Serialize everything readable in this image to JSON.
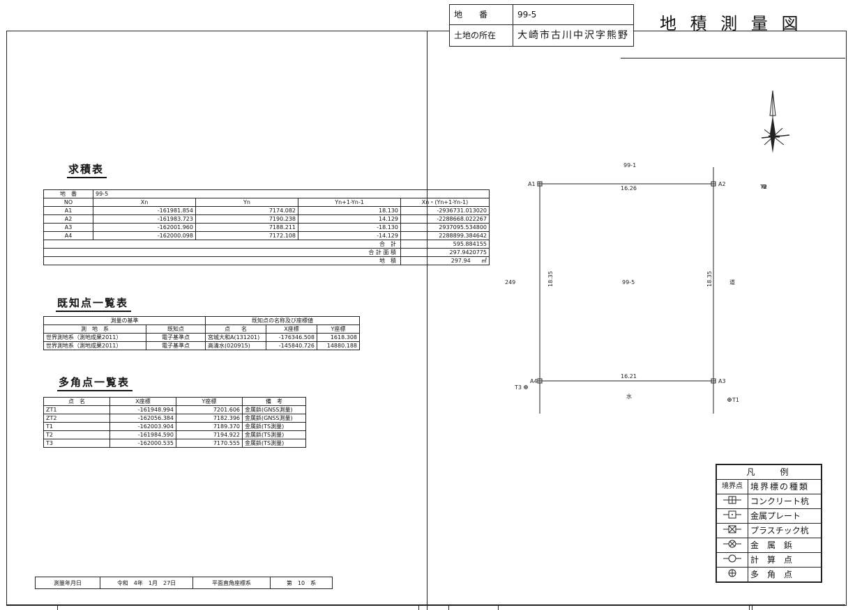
{
  "header": {
    "lot_label": "地　　番",
    "lot_value": "99-5",
    "location_label": "土地の所在",
    "location_value": "大崎市古川中沢字熊野",
    "title": "地 積 測 量 図"
  },
  "area_table": {
    "title": "求積表",
    "lot_label": "地　番",
    "lot_value": "99-5",
    "columns": [
      "NO",
      "Xn",
      "Yn",
      "Yn+1-Yn-1",
      "Xn・(Yn+1-Yn-1)"
    ],
    "rows": [
      [
        "A1",
        "-161981.854",
        "7174.082",
        "18.130",
        "-2936731.013020"
      ],
      [
        "A2",
        "-161983.723",
        "7190.238",
        "14.129",
        "-2288668.022267"
      ],
      [
        "A3",
        "-162001.960",
        "7188.211",
        "-18.130",
        "2937095.534800"
      ],
      [
        "A4",
        "-162000.098",
        "7172.108",
        "-14.129",
        "2288899.384642"
      ]
    ],
    "total_label": "合　計",
    "total_value": "595.884155",
    "area_calc_label": "合 計 面 積",
    "area_calc_value": "297.9420775",
    "area_label": "地　積",
    "area_value": "297.94",
    "area_unit": "㎡"
  },
  "known_points": {
    "title": "既知点一覧表",
    "basis_header": "測量の基準",
    "names_header": "既知点の名称及び座標値",
    "columns": [
      "測　地　系",
      "既知点",
      "点　　名",
      "X座標",
      "Y座標"
    ],
    "rows": [
      [
        "世界測地系（測地成果2011）",
        "電子基準点",
        "宮城大和A(131201)",
        "-176346.508",
        "1618.308"
      ],
      [
        "世界測地系（測地成果2011）",
        "電子基準点",
        "高清水(020915)",
        "-145840.726",
        "14880.188"
      ]
    ]
  },
  "polygon_points": {
    "title": "多角点一覧表",
    "columns": [
      "点　名",
      "X座標",
      "Y座標",
      "備　考"
    ],
    "rows": [
      [
        "ZT1",
        "-161948.994",
        "7201.606",
        "金属鋲(GNSS測量)"
      ],
      [
        "ZT2",
        "-162056.384",
        "7182.396",
        "金属鋲(GNSS測量)"
      ],
      [
        "T1",
        "-162003.904",
        "7189.370",
        "金属鋲(TS測量)"
      ],
      [
        "T2",
        "-161984.590",
        "7194.922",
        "金属鋲(TS測量)"
      ],
      [
        "T3",
        "-162000.535",
        "7170.555",
        "金属鋲(TS測量)"
      ]
    ]
  },
  "survey_info": {
    "date_label": "測量年月日",
    "date_value": "令和　4年　1月　27日",
    "system_label": "平面直角座標系",
    "system_value": "第　10　系"
  },
  "plan": {
    "parcel_label": "99-5",
    "north_neighbor": "99-1",
    "west_neighbor": "249",
    "east_neighbor": "道",
    "south_neighbor": "水",
    "top_length": "16.26",
    "bottom_length": "16.21",
    "left_length": "18.35",
    "right_length": "18.35",
    "corner_labels": [
      "A1",
      "A2",
      "A3",
      "A4"
    ],
    "traverse_labels": [
      "T1",
      "T2",
      "T3"
    ]
  },
  "legend": {
    "title": "凡　　例",
    "sub_left": "境界点",
    "sub_right": "境界標の種類",
    "items": [
      {
        "symbol": "concrete-pile",
        "label": "コンクリート杭"
      },
      {
        "symbol": "metal-plate",
        "label": "金属プレート"
      },
      {
        "symbol": "plastic-pile",
        "label": "プラスチック杭"
      },
      {
        "symbol": "metal-tack",
        "label": "金　属　鋲"
      },
      {
        "symbol": "calculated-point",
        "label": "計　算　点"
      },
      {
        "symbol": "polygon-point",
        "label": "多　角　点"
      }
    ]
  }
}
